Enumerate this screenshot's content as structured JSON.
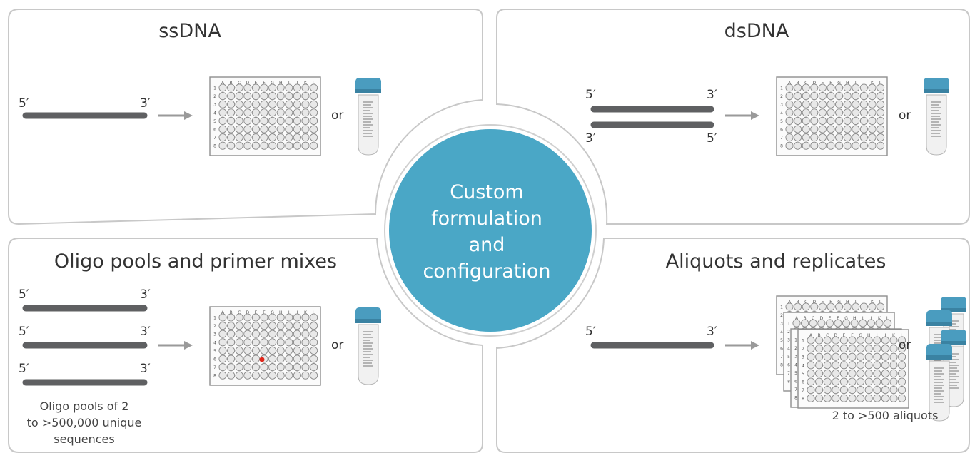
{
  "center": {
    "lines": [
      "Custom",
      "formulation",
      "and",
      "configuration"
    ],
    "color": "#4aa7c6"
  },
  "panels": {
    "ssdna": {
      "title": "ssDNA",
      "end_left": "5′",
      "end_right": "3′",
      "or": "or"
    },
    "dsdna": {
      "title": "dsDNA",
      "top_left": "5′",
      "top_right": "3′",
      "bottom_left": "3′",
      "bottom_right": "5′",
      "or": "or"
    },
    "pools": {
      "title": "Oligo pools and primer mixes",
      "strands": [
        {
          "left": "5′",
          "right": "3′"
        },
        {
          "left": "5′",
          "right": "3′"
        },
        {
          "left": "5′",
          "right": "3′"
        }
      ],
      "note_lines": [
        "Oligo pools of 2",
        "to >500,000 unique",
        "sequences"
      ],
      "or": "or"
    },
    "aliquots": {
      "title": "Aliquots and replicates",
      "end_left": "5′",
      "end_right": "3′",
      "note": "2 to >500 aliquots",
      "or": "or"
    }
  },
  "plate": {
    "col_labels": [
      "A",
      "B",
      "C",
      "D",
      "E",
      "F",
      "G",
      "H",
      "I",
      "J",
      "K",
      "L"
    ],
    "row_labels": [
      "1",
      "2",
      "3",
      "4",
      "5",
      "6",
      "7",
      "8"
    ]
  },
  "colors": {
    "panel_border": "#c8c8c8",
    "strand": "#5f6062",
    "arrow": "#9a9a9a",
    "well_fill": "#e8e8e8",
    "tube_cap": "#4a9cbf",
    "highlight_well": "#e0261b"
  },
  "icons": {
    "plate": "96-well-plate-icon",
    "tube": "screw-cap-tube-icon",
    "arrow": "right-arrow-icon"
  }
}
